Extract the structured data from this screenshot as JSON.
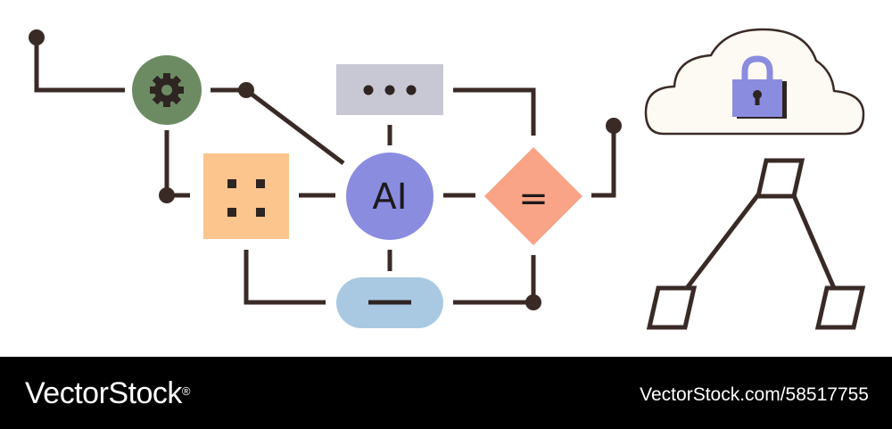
{
  "diagram": {
    "center_node_label": "AI",
    "diamond_node_label": "=",
    "colors": {
      "line": "#3a2a26",
      "gear_node": "#6d8b63",
      "dots_node": "#fcc58e",
      "center_node": "#8a8ce0",
      "diamond_node": "#f9a486",
      "top_node": "#c7c8d3",
      "bottom_node": "#a9c9e2",
      "lock": "#8a8ce0",
      "cloud_fill": "#fcfaf2"
    },
    "icons": {
      "gear_node": "gear-icon",
      "cloud": "cloud-icon",
      "lock": "padlock-icon",
      "network": "node-tree-icon"
    }
  },
  "footer": {
    "brand": "VectorStock",
    "registered_mark": "®",
    "image_id": "VectorStock.com/58517755"
  }
}
